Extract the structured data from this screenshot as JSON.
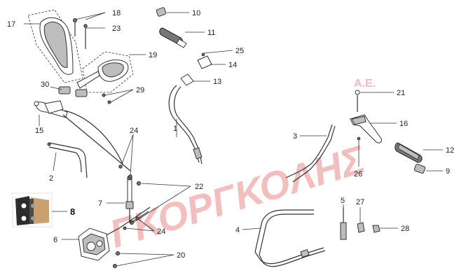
{
  "watermark": {
    "brand": "ΓΚΟΡΓΚΟΛΗΣ",
    "suffix": "Α.Ε."
  },
  "callouts": {
    "p1": "1",
    "p2": "2",
    "p3": "3",
    "p4": "4",
    "p5": "5",
    "p6": "6",
    "p7": "7",
    "p8": "8",
    "p9": "9",
    "p10": "10",
    "p11": "11",
    "p12": "12",
    "p13": "13",
    "p14": "14",
    "p15": "15",
    "p16": "16",
    "p17": "17",
    "p18": "18",
    "p19": "19",
    "p20": "20",
    "p21": "21",
    "p22": "22",
    "p23": "23",
    "p24a": "24",
    "p24b": "24",
    "p25": "25",
    "p26": "26",
    "p27": "27",
    "p28": "28",
    "p29": "29",
    "p30": "30"
  }
}
